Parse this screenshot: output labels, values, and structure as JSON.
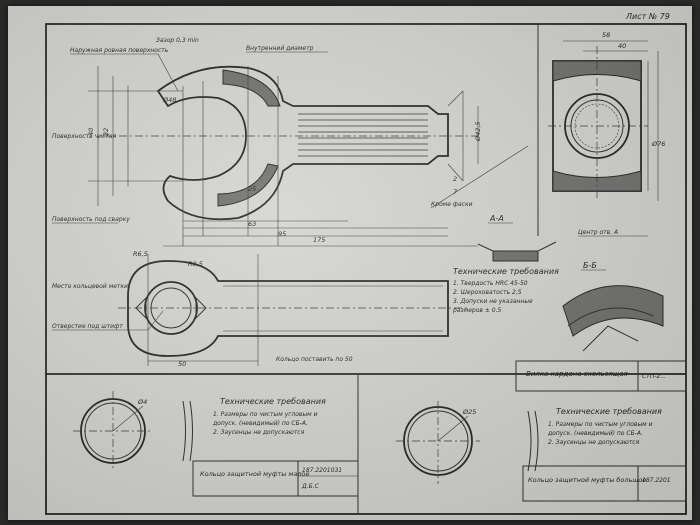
{
  "sheet": {
    "sheet_number": "Лист № 79"
  },
  "section_aa": {
    "label": "А-А"
  },
  "section_bb": {
    "label": "Б-Б"
  },
  "tech_req_main": {
    "title": "Технические требования",
    "line1": "1. Твердость HRC 45-50",
    "line2": "2. Шероховатость 2,5",
    "line3": "3. Допуски не указанные",
    "line4": "   размеров ± 0,5"
  },
  "tech_req_left": {
    "title": "Технические требования",
    "line1": "1. Размеры по чистым угловым и",
    "line2": "   допуск. (невидимый) по СБ-А.",
    "line3": "2. Заусенцы не допускаются"
  },
  "tech_req_right": {
    "title": "Технические требования",
    "line1": "1. Размеры по чистым угловым и",
    "line2": "   допуск. (невидимый) по СБ-А.",
    "line3": "2. Заусенцы не допускаются"
  },
  "notes": {
    "n1": "Наружная ровная поверхность",
    "n2": "Зазор 0,3 min",
    "n3": "Внутренний диаметр",
    "n4": "Поверхность чистая",
    "n5": "Кроме фаски",
    "n6": "Кольцо поставить по 50",
    "n7": "Поверхность под сварку",
    "n8": "Место кольцевой метки",
    "n9": "Отверстие под штифт",
    "n10": "Центр отв. А"
  },
  "title_blocks": {
    "main": {
      "name": "Вилка кардана скользящая",
      "code": "СТП-2..."
    },
    "left": {
      "name": "Кольцо защитной муфты малое",
      "code": "187.2201031",
      "sub": "Д.Б.С"
    },
    "right": {
      "name": "Кольцо защитной муфты большое",
      "code": "187.2201"
    }
  },
  "dimensions": {
    "d1": "Ø48",
    "d2": "Ø42,5",
    "d3": "40",
    "d4": "32",
    "d5": "25",
    "d6": "63",
    "d7": "175",
    "d8": "95",
    "d9": "2",
    "d10": "7",
    "d11": "58",
    "d12": "40",
    "d13": "R6,5",
    "d14": "50",
    "d15": "R0,5",
    "d16": "Ø4",
    "d17": "Ø25",
    "d18": "Ø76"
  }
}
